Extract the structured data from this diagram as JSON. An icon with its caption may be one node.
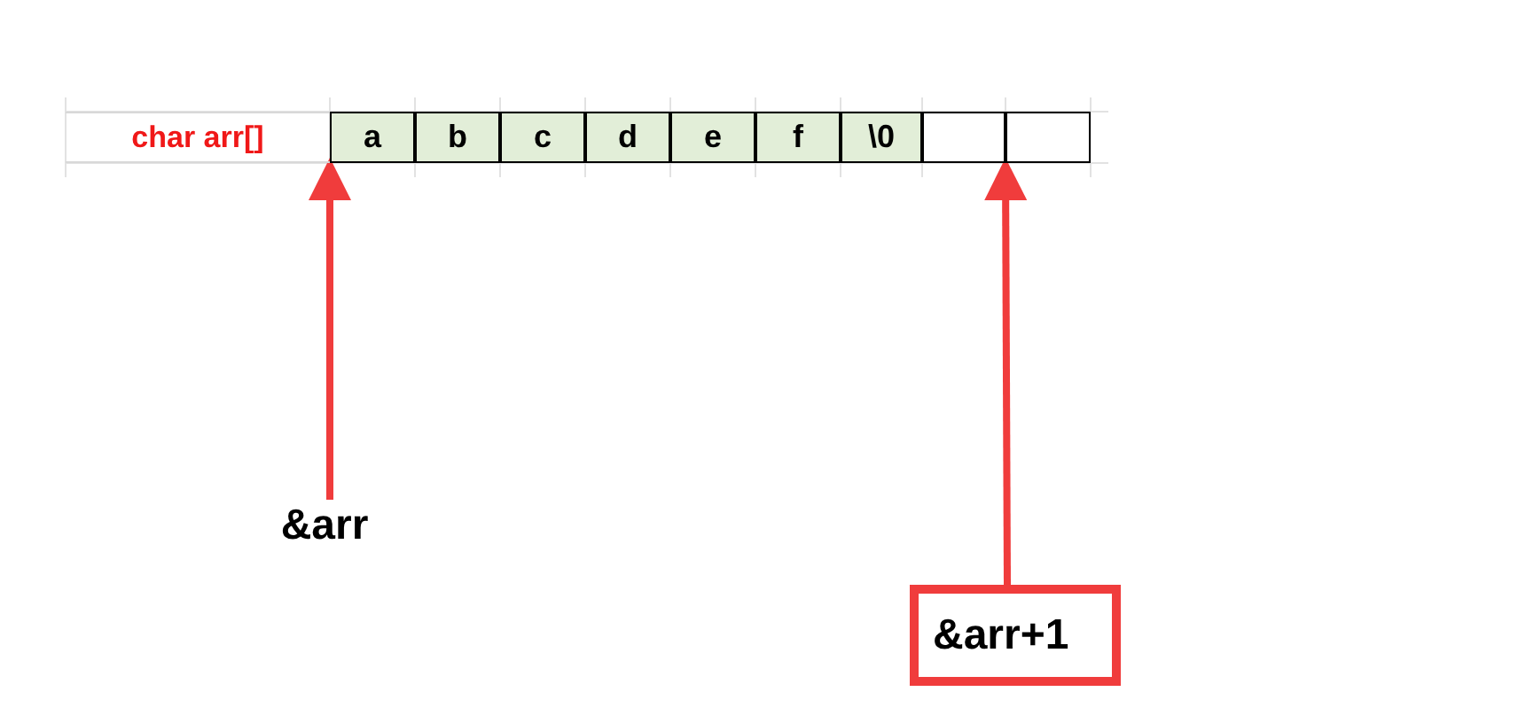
{
  "diagram": {
    "nodes": [
      {
        "text": [
          "char arr[]"
        ]
      },
      {
        "text": [
          "a"
        ]
      },
      {
        "text": [
          "b"
        ]
      },
      {
        "text": [
          "c"
        ]
      },
      {
        "text": [
          "d"
        ]
      },
      {
        "text": [
          "e"
        ]
      },
      {
        "text": [
          "f"
        ]
      },
      {
        "text": [
          "\\0"
        ]
      },
      {
        "text": [],
        "shape": "box"
      },
      {
        "text": [],
        "shape": "box"
      },
      {
        "text": [
          "&arr"
        ]
      },
      {
        "text": [
          "&arr+1"
        ]
      }
    ],
    "edges": [
      {
        "from": 10,
        "to": 1,
        "arrow": "to"
      },
      {
        "from": 11,
        "to": 9,
        "arrow": "to"
      }
    ]
  }
}
